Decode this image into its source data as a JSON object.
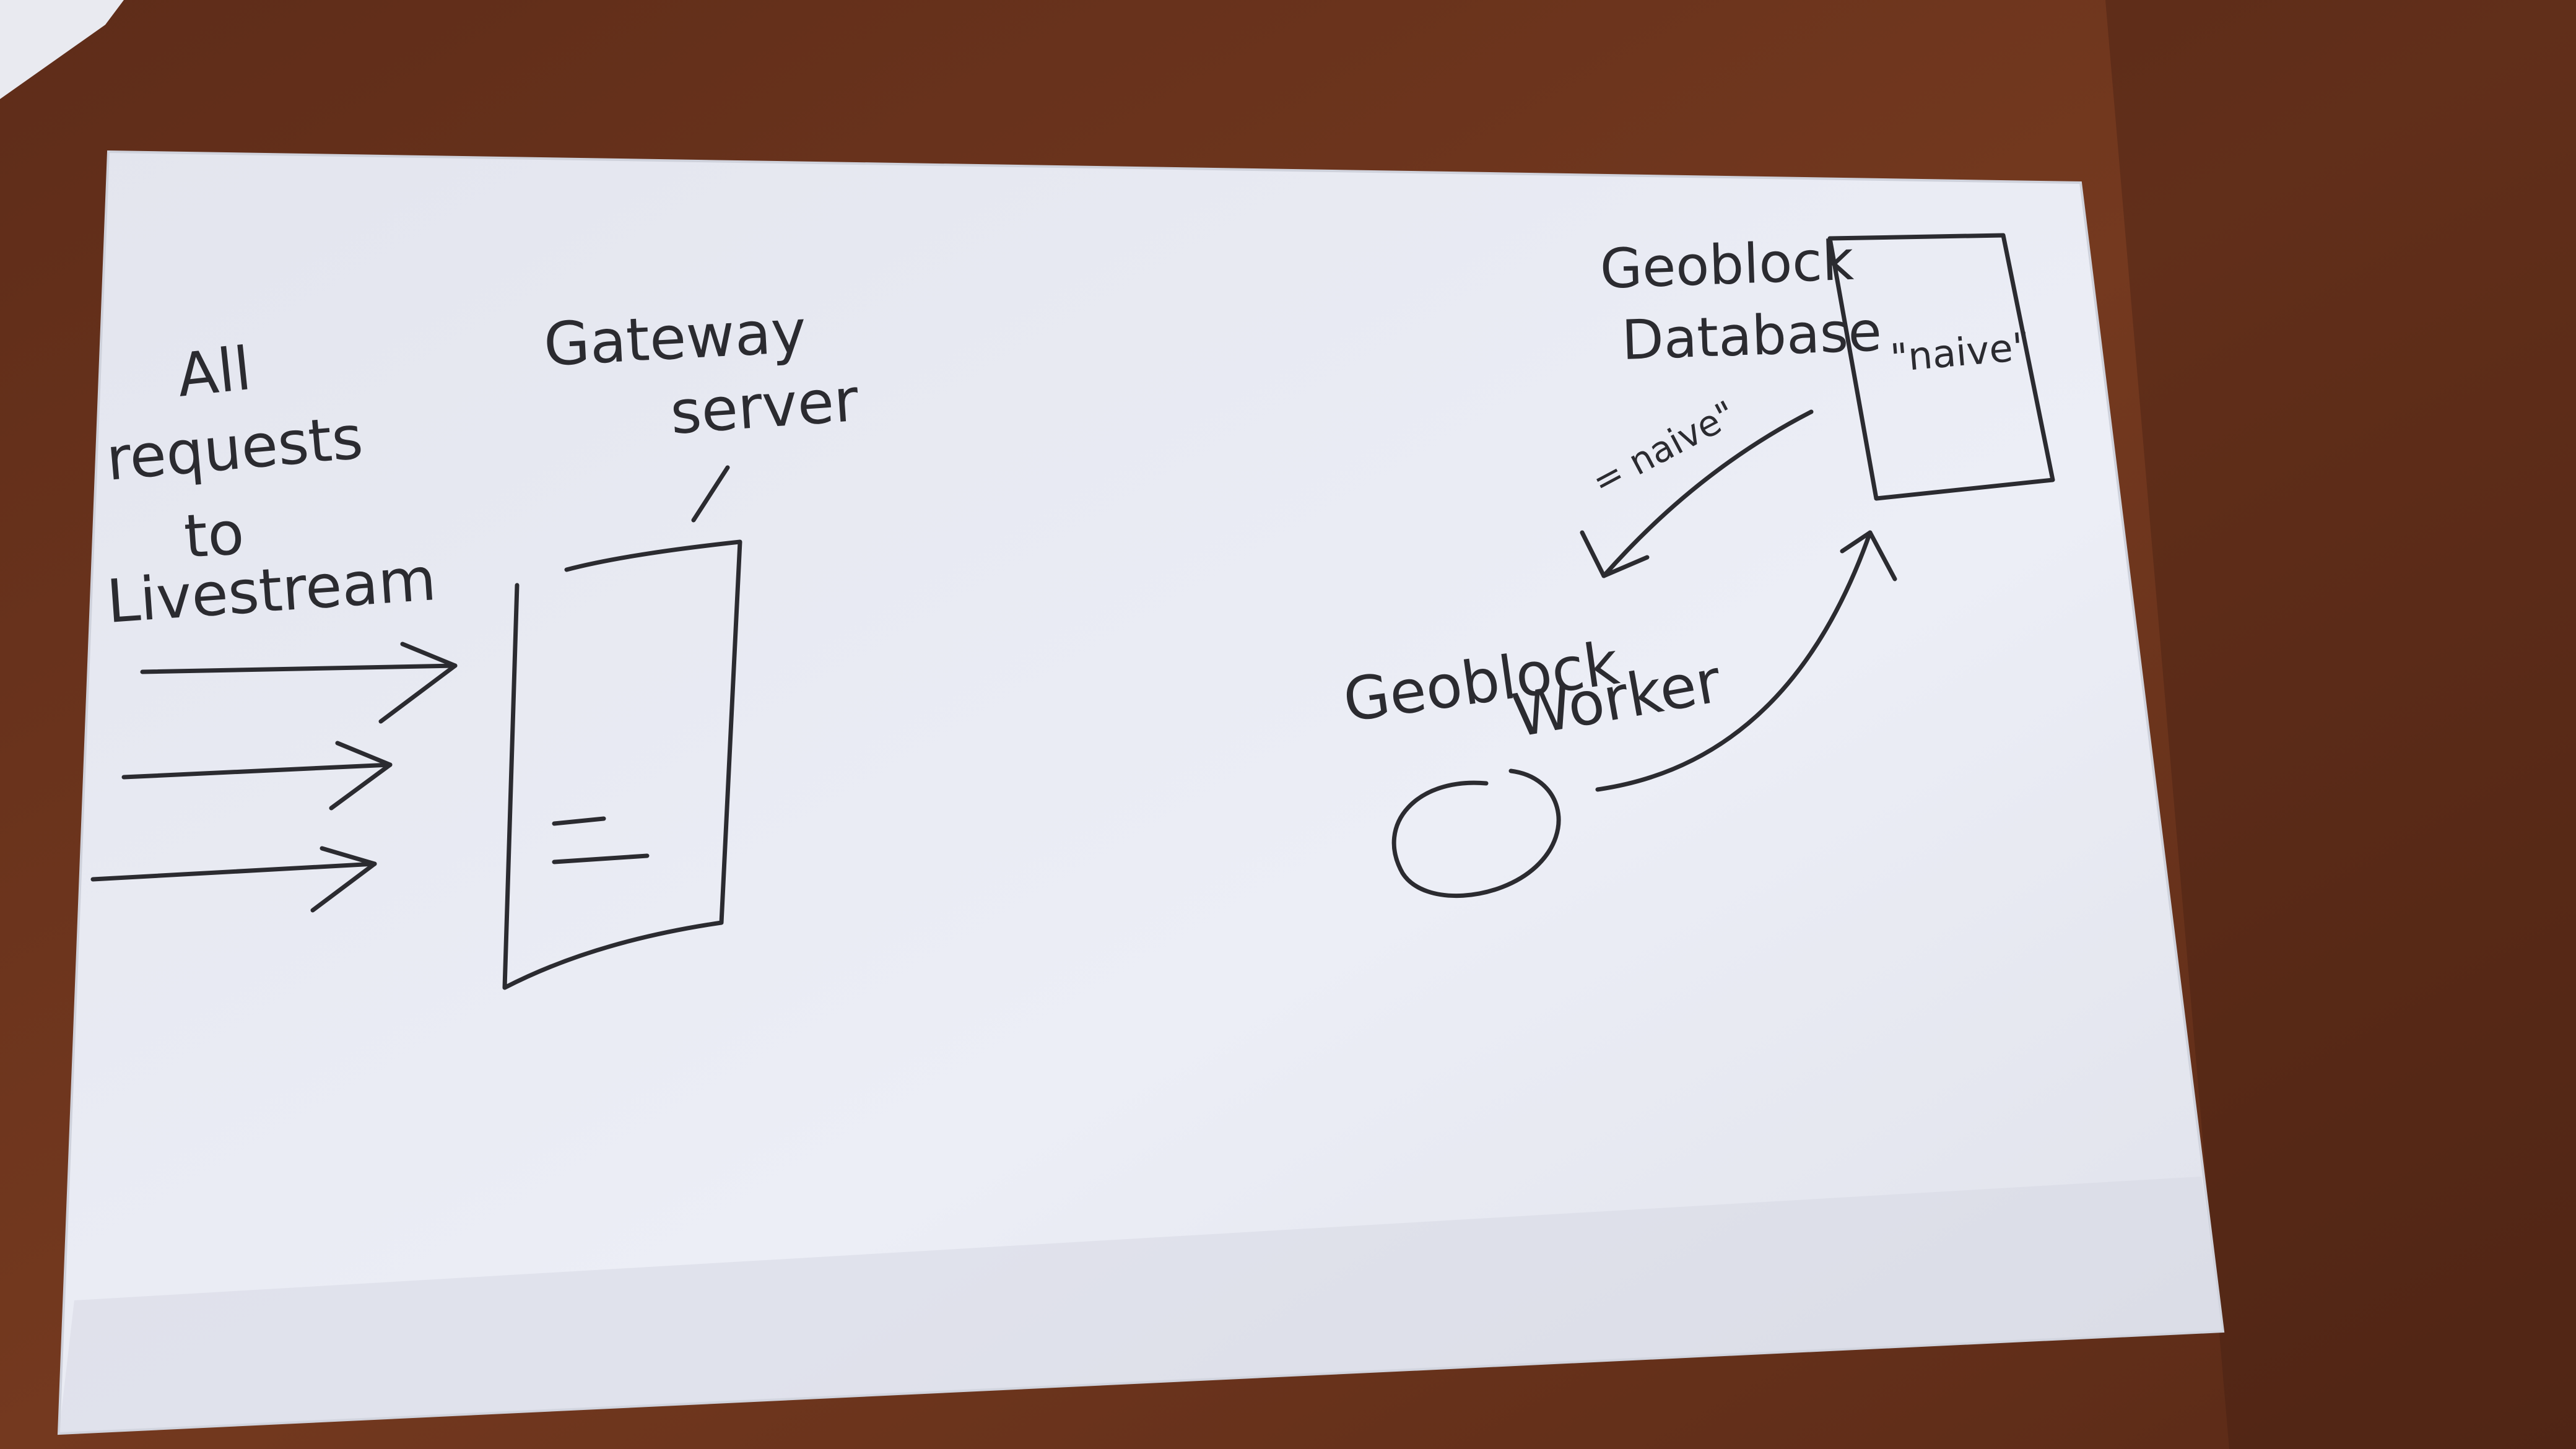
{
  "colors": {
    "table": "#6e3620",
    "table_dark": "#4a2314",
    "card": "#e6e8f1",
    "card_shadow": "#c9ccd8",
    "ink": "#2b2b30"
  },
  "diagram": {
    "left_label": {
      "line1": "All",
      "line2": "requests",
      "line3": "to",
      "line4": "Livestream"
    },
    "gateway_label": {
      "line1": "Gateway",
      "line2": "server"
    },
    "database_label": {
      "line1": "Geoblock",
      "line2": "Database"
    },
    "database_box_note": "\"naive\"",
    "arrow_note": "= naive\"",
    "worker_label": {
      "line1": "Geoblock",
      "line2": "Worker"
    }
  }
}
